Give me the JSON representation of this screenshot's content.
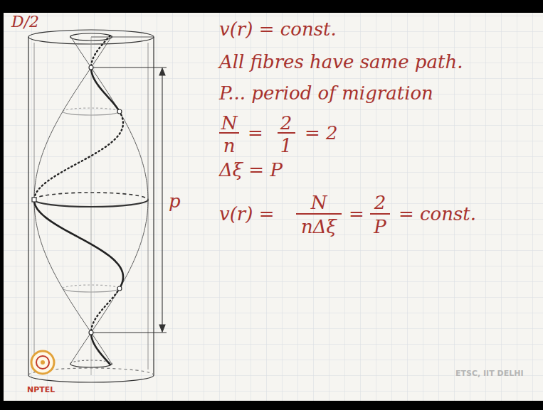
{
  "diagram": {
    "labels": [
      "D/2",
      "p",
      "v(r) = const.",
      "All fibres have same path.",
      "P... period of migration",
      "N",
      "n",
      "=",
      "2",
      "1",
      "= 2",
      "Δξ = P",
      "v(r) =",
      "N",
      "nΔξ",
      "=",
      "2",
      "P",
      "= const.",
      "NPTEL",
      "ETSC, IIT DELHI"
    ]
  }
}
